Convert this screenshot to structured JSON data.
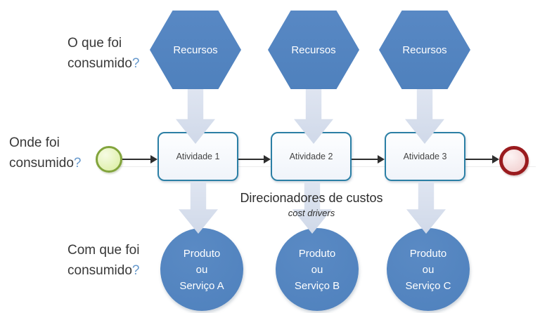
{
  "labels": {
    "what_consumed": {
      "line1": "O que foi",
      "line2": "consumido",
      "qmark": "?"
    },
    "where_consumed": {
      "line1": "Onde foi",
      "line2": "consumido",
      "qmark": "?"
    },
    "withwhat_consumed": {
      "line1": "Com que foi",
      "line2": "consumido",
      "qmark": "?"
    }
  },
  "resources": [
    {
      "label": "Recursos"
    },
    {
      "label": "Recursos"
    },
    {
      "label": "Recursos"
    }
  ],
  "activities": [
    {
      "label": "Atividade 1"
    },
    {
      "label": "Atividade 2"
    },
    {
      "label": "Atividade 3"
    }
  ],
  "products": [
    {
      "line1": "Produto",
      "line2": "ou",
      "line3": "Serviço A"
    },
    {
      "line1": "Produto",
      "line2": "ou",
      "line3": "Serviço B"
    },
    {
      "line1": "Produto",
      "line2": "ou",
      "line3": "Serviço C"
    }
  ],
  "captions": {
    "cost_drivers_pt": "Direcionadores de custos",
    "cost_drivers_en": "cost drivers"
  },
  "colors": {
    "shape_blue": "#4F81BD",
    "shape_blue_light": "#5888C4",
    "arrow_fill": "#D0D9E9",
    "arrow_fill_light": "#DFE5F1",
    "activity_border": "#2B7FA5",
    "activity_fill": "#F0F4FA",
    "start_border": "#82A43C",
    "start_fill": "#D9ED9E",
    "end_border": "#9A1B1E",
    "end_fill": "#F0CACA",
    "connector": "#2E2E2E",
    "question_mark": "#6598CC",
    "text_dark": "#383838"
  }
}
